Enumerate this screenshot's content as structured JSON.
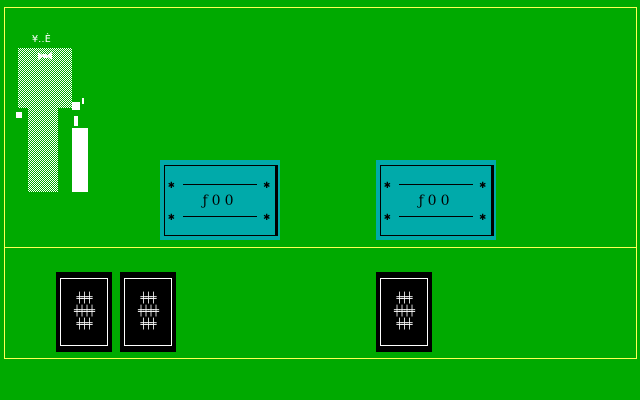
{
  "game": {
    "background_color": "#00aa00",
    "frame_color": "#ffff55"
  },
  "dealer": {
    "label": "¥‥È",
    "icon": "dealer-figure-icon"
  },
  "bills": [
    {
      "amount": "ƒ00",
      "color": "#00aaaa"
    },
    {
      "amount": "ƒ00",
      "color": "#00aaaa"
    }
  ],
  "cards": [
    {
      "face": "down",
      "pattern": [
        "╪╪╪",
        "╪╪╪╪",
        "╪╪╪"
      ]
    },
    {
      "face": "down",
      "pattern": [
        "╪╪╪",
        "╪╪╪╪",
        "╪╪╪"
      ]
    },
    {
      "face": "down",
      "pattern": [
        "╪╪╪",
        "╪╪╪╪",
        "╪╪╪"
      ]
    }
  ]
}
